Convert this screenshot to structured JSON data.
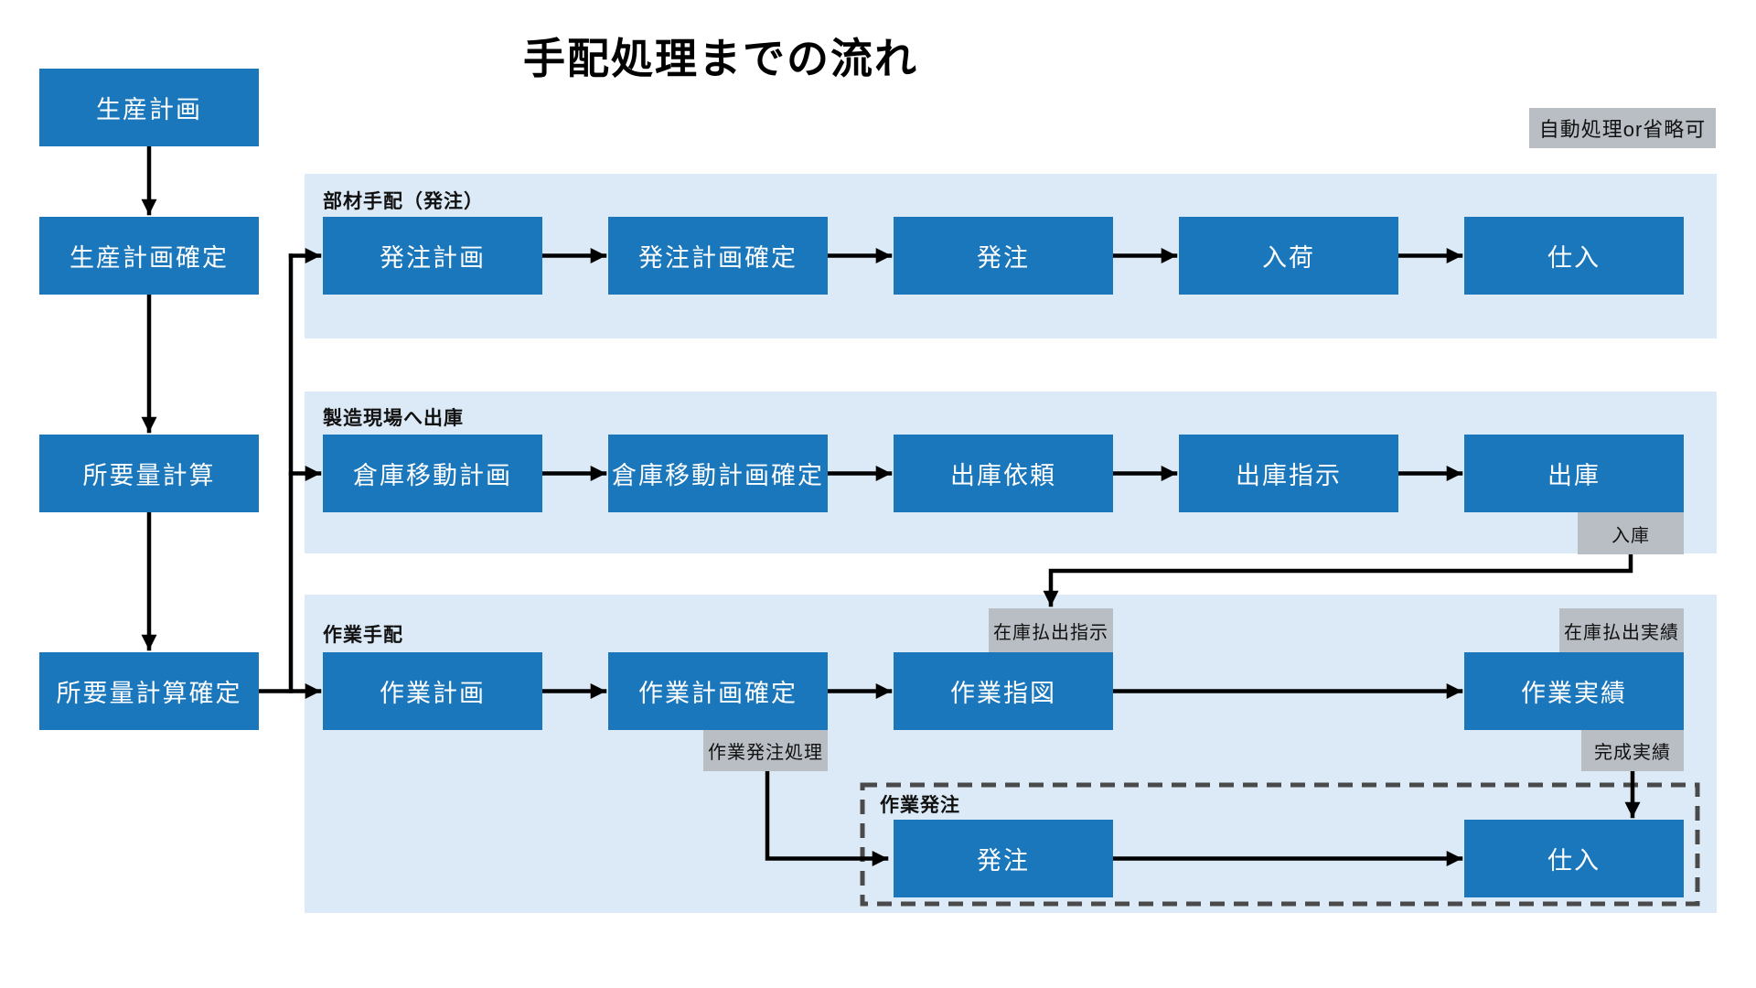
{
  "title": "手配処理までの流れ",
  "note": {
    "label": "自動処理or省略可"
  },
  "colors": {
    "node_blue": "#1b77bb",
    "band_bg": "#dceaf7",
    "tag_gray": "#b9bec4",
    "arrow_black": "#000000",
    "dashed_border": "#4a4a4a"
  },
  "left_flow": {
    "nodes": [
      "生産計画",
      "生産計画確定",
      "所要量計算",
      "所要量計算確定"
    ]
  },
  "bands": [
    {
      "title": "部材手配（発注）",
      "nodes": [
        "発注計画",
        "発注計画確定",
        "発注",
        "入荷",
        "仕入"
      ]
    },
    {
      "title": "製造現場へ出庫",
      "nodes": [
        "倉庫移動計画",
        "倉庫移動計画確定",
        "出庫依頼",
        "出庫指示",
        "出庫"
      ],
      "tags": {
        "receipt": "入庫"
      }
    },
    {
      "title": "作業手配",
      "nodes": [
        "作業計画",
        "作業計画確定",
        "作業指図",
        "作業実績"
      ],
      "tags": {
        "stock_issue_instruction": "在庫払出指示",
        "stock_issue_result": "在庫払出実績",
        "work_order_processing": "作業発注処理",
        "completion_result": "完成実績"
      },
      "subgroup": {
        "title": "作業発注",
        "nodes": [
          "発注",
          "仕入"
        ]
      }
    }
  ]
}
